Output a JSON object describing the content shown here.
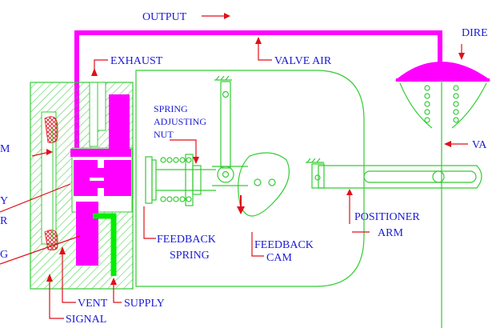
{
  "labels": {
    "output": "OUTPUT",
    "exhaust": "EXHAUST",
    "valve_air": "VALVE AIR",
    "direct": "DIRE",
    "valve_stem": "VA",
    "diaphragm": "M",
    "relay_top": "Y",
    "relay_bottom": "R",
    "pilot": "G",
    "spring_adj_1": "SPRING",
    "spring_adj_2": "ADJUSTING",
    "spring_adj_3": "NUT",
    "feedback_spring_1": "FEEDBACK",
    "feedback_spring_2": "SPRING",
    "feedback_cam_1": "FEEDBACK",
    "feedback_cam_2": "CAM",
    "positioner_arm_1": "POSITIONER",
    "positioner_arm_2": "ARM",
    "vent": "VENT",
    "supply": "SUPPLY",
    "signal": "SIGNAL"
  },
  "colors": {
    "label": "#1a1ad6",
    "outline": "#33cc33",
    "leader": "#e0101a",
    "air_line": "#ff00ff",
    "supply": "#00ee00"
  }
}
